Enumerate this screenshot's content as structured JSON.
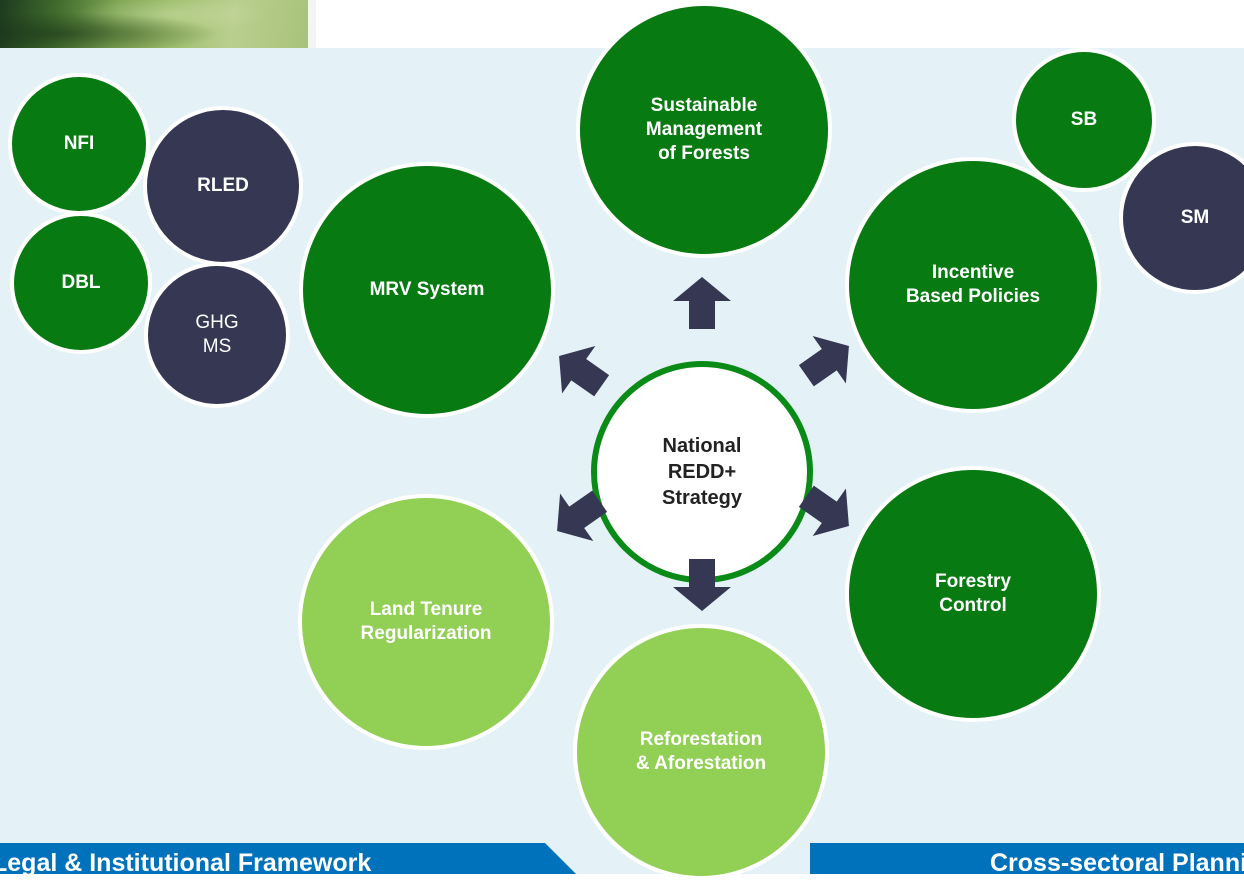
{
  "diagram": {
    "center": "National\nREDD+\nStrategy",
    "pillars": {
      "sustainable_management": "Sustainable\nManagement\nof Forests",
      "incentive_policies": "Incentive\nBased Policies",
      "forestry_control": "Forestry\nControl",
      "reforestation": "Reforestation\n& Aforestation",
      "land_tenure": "Land Tenure\nRegularization",
      "mrv_system": "MRV  System"
    },
    "sub_nodes": {
      "nfi": "NFI",
      "rled": "RLED",
      "dbl": "DBL",
      "ghg_ms": "GHG\nMS",
      "sb": "SB",
      "sm": "SM"
    }
  },
  "banners": {
    "left": "Legal & Institutional Framework",
    "right": "Cross-sectoral Planning"
  },
  "colors": {
    "dark_green": "#087a12",
    "light_green": "#92cf55",
    "navy": "#353753",
    "ring_green": "#0a8a16",
    "background": "#e4f2f8",
    "banner_blue": "#0072bb"
  }
}
